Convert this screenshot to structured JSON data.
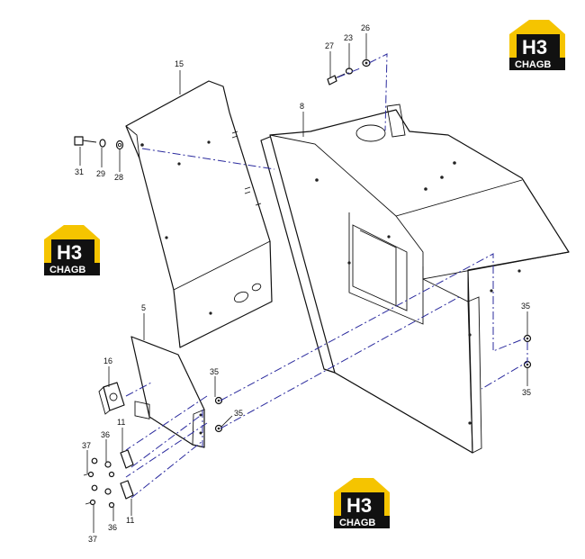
{
  "logo": {
    "top_text": "H3",
    "bottom_text": "CHAGB",
    "colors": {
      "yellow": "#F5C400",
      "black": "#111111",
      "white": "#ffffff"
    }
  },
  "callouts": {
    "p8": "8",
    "p15": "15",
    "p5": "5",
    "p16": "16",
    "p27": "27",
    "p23": "23",
    "p26": "26",
    "p31": "31",
    "p29": "29",
    "p28": "28",
    "p35a": "35",
    "p35b": "35",
    "p35c": "35",
    "p35d": "35",
    "p11a": "11",
    "p11b": "11",
    "p36a": "36",
    "p36b": "36",
    "p37a": "37",
    "p37b": "37"
  },
  "colors": {
    "line": "#111111",
    "hidden_path": "#2b2b9e"
  }
}
